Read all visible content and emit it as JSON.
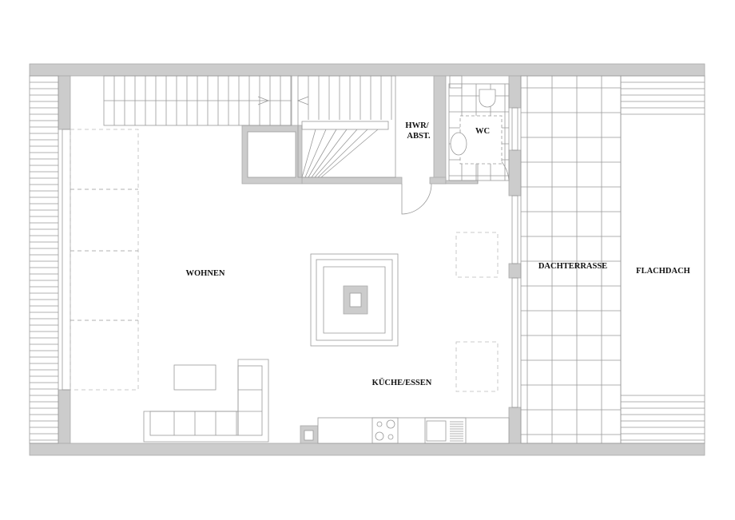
{
  "rooms": {
    "wohnen": "WOHNEN",
    "kueche": "KÜCHE/ESSEN",
    "hwr_line1": "HWR/",
    "hwr_line2": "ABST.",
    "wc": "WC",
    "terrasse": "DACHTERRASSE",
    "flachdach": "FLACHDACH"
  },
  "colors": {
    "wall": "#cccccc",
    "line": "#999999",
    "text": "#111111"
  }
}
